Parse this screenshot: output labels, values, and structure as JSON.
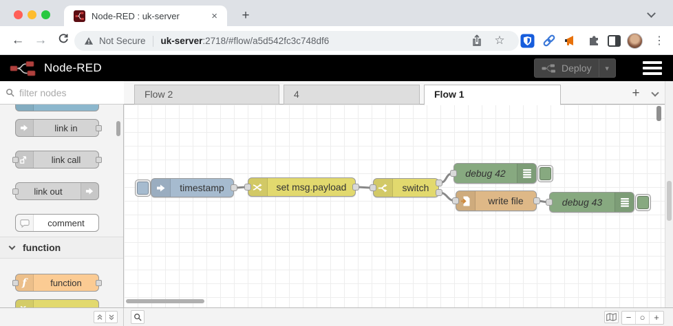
{
  "browser": {
    "tab": {
      "title": "Node-RED : uk-server",
      "close": "×"
    },
    "new_tab": "+",
    "toolbar": {
      "back": "←",
      "forward": "→",
      "security_label": "Not Secure",
      "url_host": "uk-server",
      "url_path": ":2718/#flow/a5d542fc3c748df6",
      "star": "☆",
      "menu": "⋮"
    }
  },
  "nr_header": {
    "title": "Node-RED",
    "deploy_label": "Deploy",
    "deploy_caret": "▾"
  },
  "palette": {
    "filter_placeholder": "filter nodes",
    "items": [
      {
        "label": "link in"
      },
      {
        "label": "link call"
      },
      {
        "label": "link out"
      },
      {
        "label": "comment"
      }
    ],
    "category": {
      "label": "function"
    },
    "function_items": [
      {
        "label": "function"
      }
    ]
  },
  "workspace": {
    "tabs": [
      {
        "label": "Flow 2",
        "active": false
      },
      {
        "label": "4",
        "active": false
      },
      {
        "label": "Flow 1",
        "active": true
      }
    ],
    "add_tab": "+"
  },
  "flow": {
    "nodes": [
      {
        "id": "inject",
        "type": "inject",
        "label": "timestamp"
      },
      {
        "id": "change",
        "type": "change",
        "label": "set msg.payload"
      },
      {
        "id": "switch",
        "type": "switch",
        "label": "switch"
      },
      {
        "id": "debug42",
        "type": "debug",
        "label": "debug 42"
      },
      {
        "id": "writefile",
        "type": "file",
        "label": "write file"
      },
      {
        "id": "debug43",
        "type": "debug",
        "label": "debug 43"
      }
    ]
  },
  "footer": {
    "zoom_out": "−",
    "zoom_reset": "○",
    "zoom_in": "+"
  },
  "colors": {
    "inject_blue": "#a6bbcf",
    "function_yellow": "#e2d96e",
    "debug_green": "#87a980",
    "file_tan": "#deb887",
    "function_orange": "#fbcb93",
    "link_gray": "#d4d4d4",
    "comment_white": "#ffffff",
    "partial_blue": "#8cb7cd",
    "nodered_red": "#b0413e",
    "header_black": "#000000",
    "wire_gray": "#888888"
  }
}
